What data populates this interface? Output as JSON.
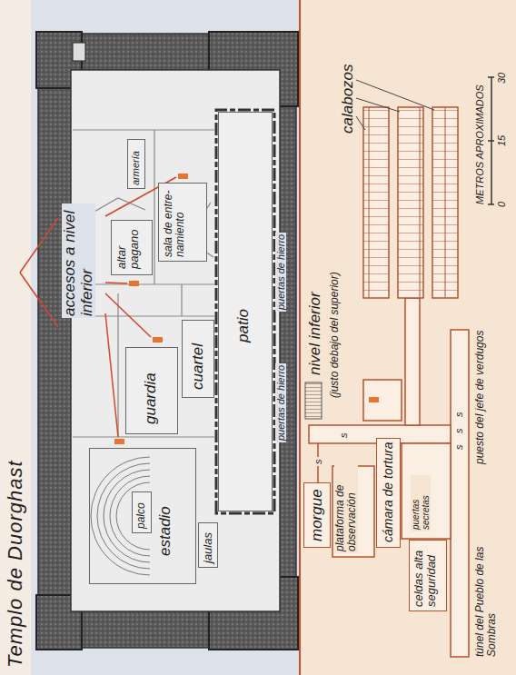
{
  "diagram": {
    "title": "Templo de Duorghast",
    "nodes": [
      {
        "text": [
          "estadio"
        ]
      },
      {
        "text": [
          "palco"
        ],
        "in": 0
      },
      {
        "text": [
          "jaulas"
        ]
      },
      {
        "text": [
          "guardia"
        ]
      },
      {
        "text": [
          "cuartel"
        ]
      },
      {
        "text": [
          "patio"
        ]
      },
      {
        "text": [
          "altar pagano"
        ]
      },
      {
        "text": [
          "sala de entre- namiento"
        ]
      },
      {
        "text": [
          "armería"
        ]
      },
      {
        "text": [
          "morgue"
        ]
      },
      {
        "text": [
          "cámara de tortura"
        ]
      },
      {
        "text": [
          "celdas alta seguridad"
        ]
      }
    ],
    "labels": [
      "accesos a nivel inferior",
      "puertas de hierro",
      "puertas de hierro",
      "nivel inferior",
      "(justo debajo del superior)",
      "calabozos",
      "METROS APROXIMADOS",
      "0",
      "15",
      "30",
      "plataforma de observación",
      "puesto del jefe de verdugos",
      "puertas secretas",
      "túnel del Pueblo de las Sombras",
      "s",
      "s",
      "s",
      "s",
      "s"
    ]
  }
}
